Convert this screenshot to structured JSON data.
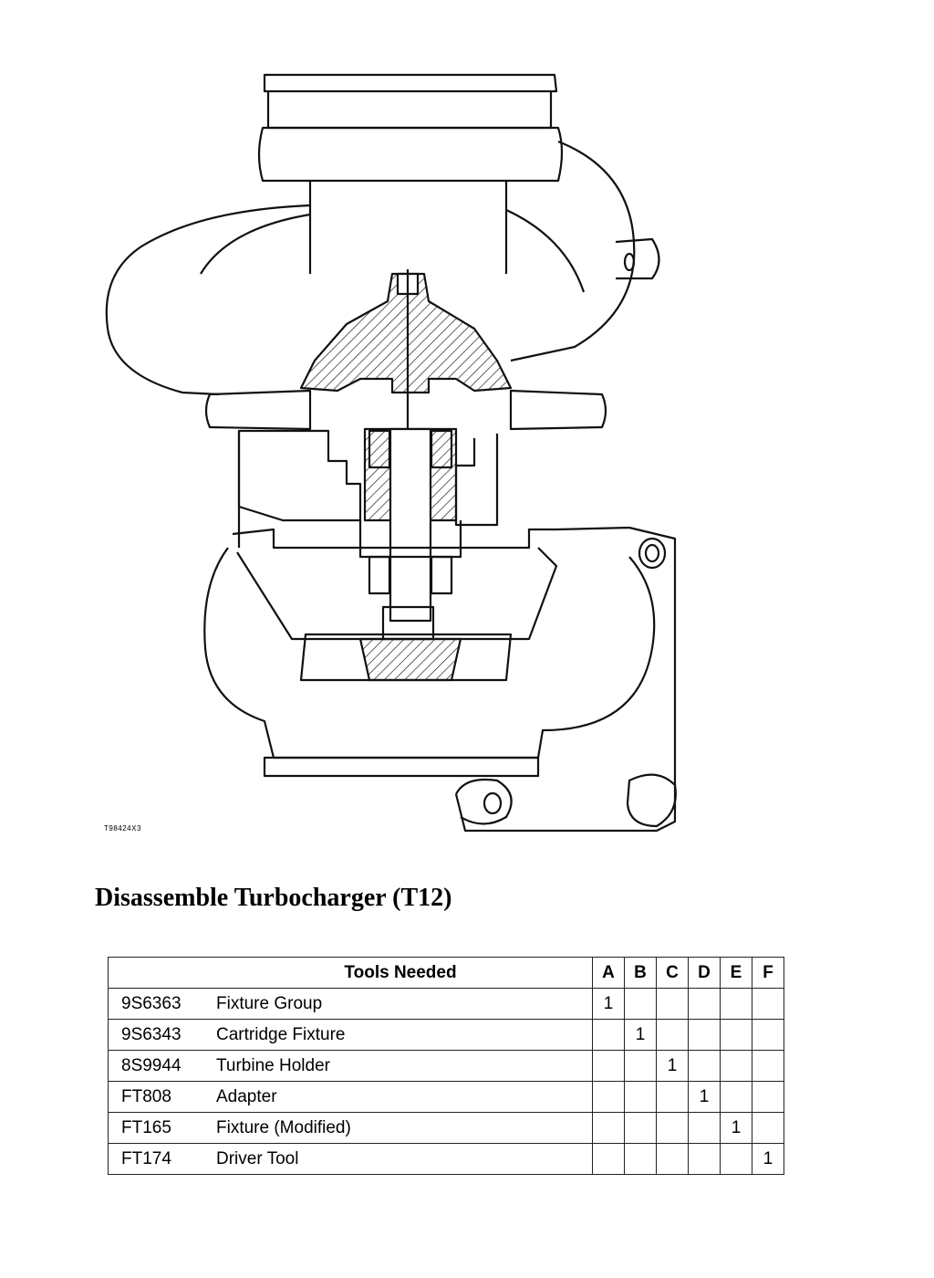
{
  "figure": {
    "caption": "T98424X3"
  },
  "heading": "Disassemble Turbocharger (T12)",
  "tools_table": {
    "header": "Tools Needed",
    "columns": [
      "A",
      "B",
      "C",
      "D",
      "E",
      "F"
    ],
    "rows": [
      {
        "part": "9S6363",
        "description": "Fixture Group",
        "marks": [
          "1",
          "",
          "",
          "",
          "",
          ""
        ]
      },
      {
        "part": "9S6343",
        "description": "Cartridge Fixture",
        "marks": [
          "",
          "1",
          "",
          "",
          "",
          ""
        ]
      },
      {
        "part": "8S9944",
        "description": "Turbine Holder",
        "marks": [
          "",
          "",
          "1",
          "",
          "",
          ""
        ]
      },
      {
        "part": "FT808",
        "description": "Adapter",
        "marks": [
          "",
          "",
          "",
          "1",
          "",
          ""
        ]
      },
      {
        "part": "FT165",
        "description": "Fixture (Modified)",
        "marks": [
          "",
          "",
          "",
          "",
          "1",
          ""
        ]
      },
      {
        "part": "FT174",
        "description": "Driver Tool",
        "marks": [
          "",
          "",
          "",
          "",
          "",
          "1"
        ]
      }
    ]
  }
}
